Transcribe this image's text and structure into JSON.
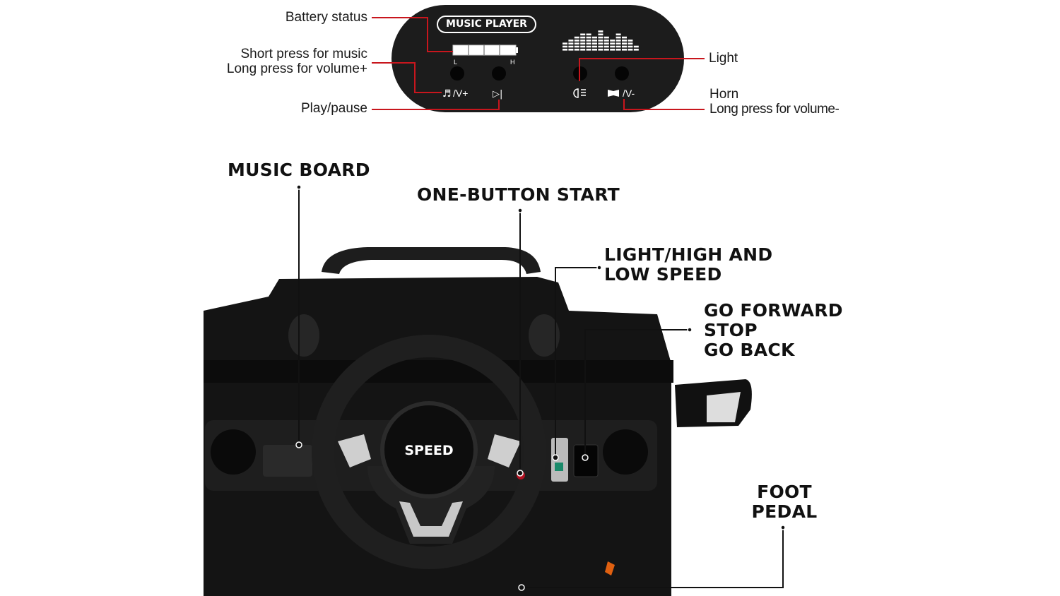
{
  "panel": {
    "title": "MUSIC PLAYER",
    "battery_low": "L",
    "battery_high": "H",
    "music_button_label": "/V+",
    "horn_button_label": "/V-"
  },
  "panel_callouts": {
    "battery": "Battery status",
    "music_line1": "Short press for music",
    "music_line2": "Long press for volume+",
    "play": "Play/pause",
    "light": "Light",
    "horn_line1": "Horn",
    "horn_line2": "Long press for volume-"
  },
  "car_callouts": {
    "music_board": "MUSIC BOARD",
    "one_button_start": "ONE-BUTTON START",
    "light_speed_line1": "LIGHT/HIGH AND",
    "light_speed_line2": "LOW SPEED",
    "direction_line1": "GO FORWARD",
    "direction_line2": "STOP",
    "direction_line3": "GO BACK",
    "pedal_line1": "FOOT",
    "pedal_line2": "PEDAL"
  },
  "steering_wheel_text": "SPEED",
  "colors": {
    "callout_line": "#c8161d",
    "panel": "#1c1c1c",
    "car": "#141414"
  }
}
